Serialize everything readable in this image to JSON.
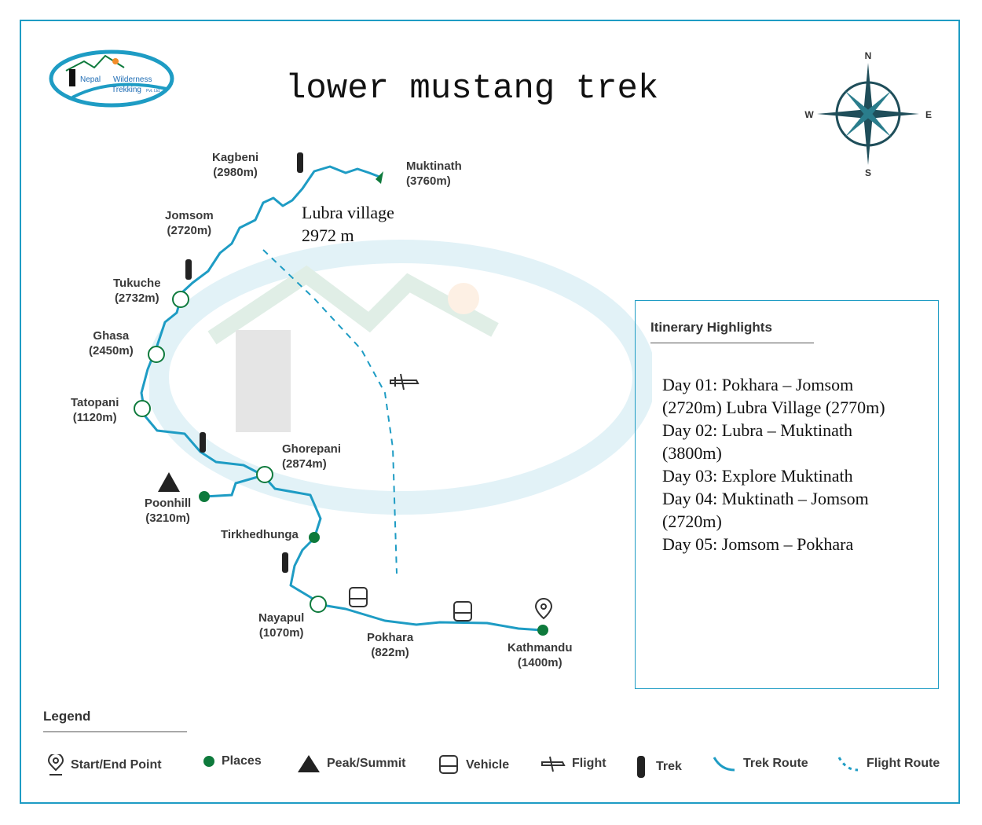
{
  "title": "lower mustang trek",
  "logo": {
    "line1": "Nepal",
    "line2": "Wilderness",
    "line3": "Trekking",
    "suffix": "Pvt. Ltd."
  },
  "compass": {
    "n": "N",
    "s": "S",
    "e": "E",
    "w": "W"
  },
  "places": [
    {
      "name": "Kagbeni",
      "alt": "(2980m)"
    },
    {
      "name": "Muktinath",
      "alt": "(3760m)"
    },
    {
      "name": "Jomsom",
      "alt": "(2720m)"
    },
    {
      "name": "Tukuche",
      "alt": "(2732m)"
    },
    {
      "name": "Ghasa",
      "alt": "(2450m)"
    },
    {
      "name": "Tatopani",
      "alt": "(1120m)"
    },
    {
      "name": "Ghorepani",
      "alt": "(2874m)"
    },
    {
      "name": "Poonhill",
      "alt": "(3210m)"
    },
    {
      "name": "Tirkhedhunga",
      "alt": ""
    },
    {
      "name": "Nayapul",
      "alt": "(1070m)"
    },
    {
      "name": "Pokhara",
      "alt": "(822m)"
    },
    {
      "name": "Kathmandu",
      "alt": "(1400m)"
    }
  ],
  "annotation": {
    "line1": "Lubra village",
    "line2": "2972 m"
  },
  "itinerary": {
    "heading": "Itinerary Highlights",
    "lines": [
      "Day 01: Pokhara – Jomsom",
      "(2720m)  Lubra Village (2770m)",
      "Day 02: Lubra – Muktinath",
      "(3800m)",
      "Day 03: Explore Muktinath",
      "Day 04: Muktinath – Jomsom",
      "(2720m)",
      "Day 05: Jomsom – Pokhara"
    ]
  },
  "legend": {
    "title": "Legend",
    "items": [
      "Start/End Point",
      "Places",
      "Peak/Summit",
      "Vehicle",
      "Flight",
      "Trek",
      "Trek Route",
      "Flight Route"
    ]
  },
  "colors": {
    "route": "#1e9cc4",
    "place": "#0e7a3c",
    "border": "#1e9cc4"
  }
}
